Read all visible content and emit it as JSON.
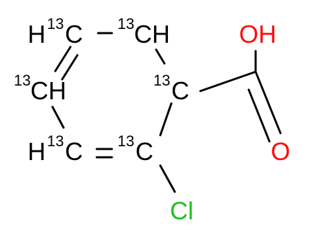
{
  "molecule": {
    "atoms": {
      "c_top_left": {
        "isotope": "13",
        "prefix": "H",
        "element": "C",
        "suffix": ""
      },
      "c_top_right": {
        "isotope": "13",
        "prefix": "",
        "element": "C",
        "suffix": "H"
      },
      "c_left": {
        "isotope": "13",
        "prefix": "",
        "element": "C",
        "suffix": "H"
      },
      "c_ipso": {
        "isotope": "13",
        "prefix": "",
        "element": "C",
        "suffix": ""
      },
      "c_bottom_left": {
        "isotope": "13",
        "prefix": "H",
        "element": "C",
        "suffix": ""
      },
      "c_bottom_right": {
        "isotope": "13",
        "prefix": "",
        "element": "C",
        "suffix": ""
      },
      "hydroxyl": {
        "label": "OH"
      },
      "carbonyl_oxygen": {
        "label": "O"
      },
      "chlorine": {
        "label": "Cl"
      }
    },
    "colors": {
      "carbon": "#000000",
      "oxygen": "#ff0d0d",
      "chlorine": "#1fbf1f",
      "bond": "#000000"
    }
  }
}
